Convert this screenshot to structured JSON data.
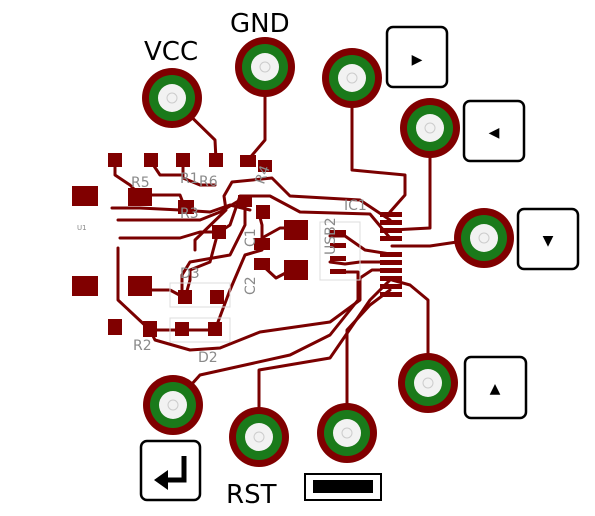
{
  "labels": {
    "vcc": "VCC",
    "gnd": "GND",
    "rst": "RST",
    "ic1": "IC1",
    "r5": "R5",
    "r1": "R1",
    "r6": "R6",
    "r4": "R4",
    "r3": "R3",
    "r2": "R2",
    "d3": "D3",
    "d2": "D2",
    "c1": "C1",
    "c2": "C2",
    "u1": "U1",
    "usb": "USB2"
  },
  "buttons": {
    "right": "▶",
    "left": "◀",
    "down": "▼",
    "up": "▲",
    "enter": "↵"
  },
  "colors": {
    "copper": "#800000",
    "pad_ring": "#1a7a1a",
    "hole": "#f2f2f2"
  }
}
